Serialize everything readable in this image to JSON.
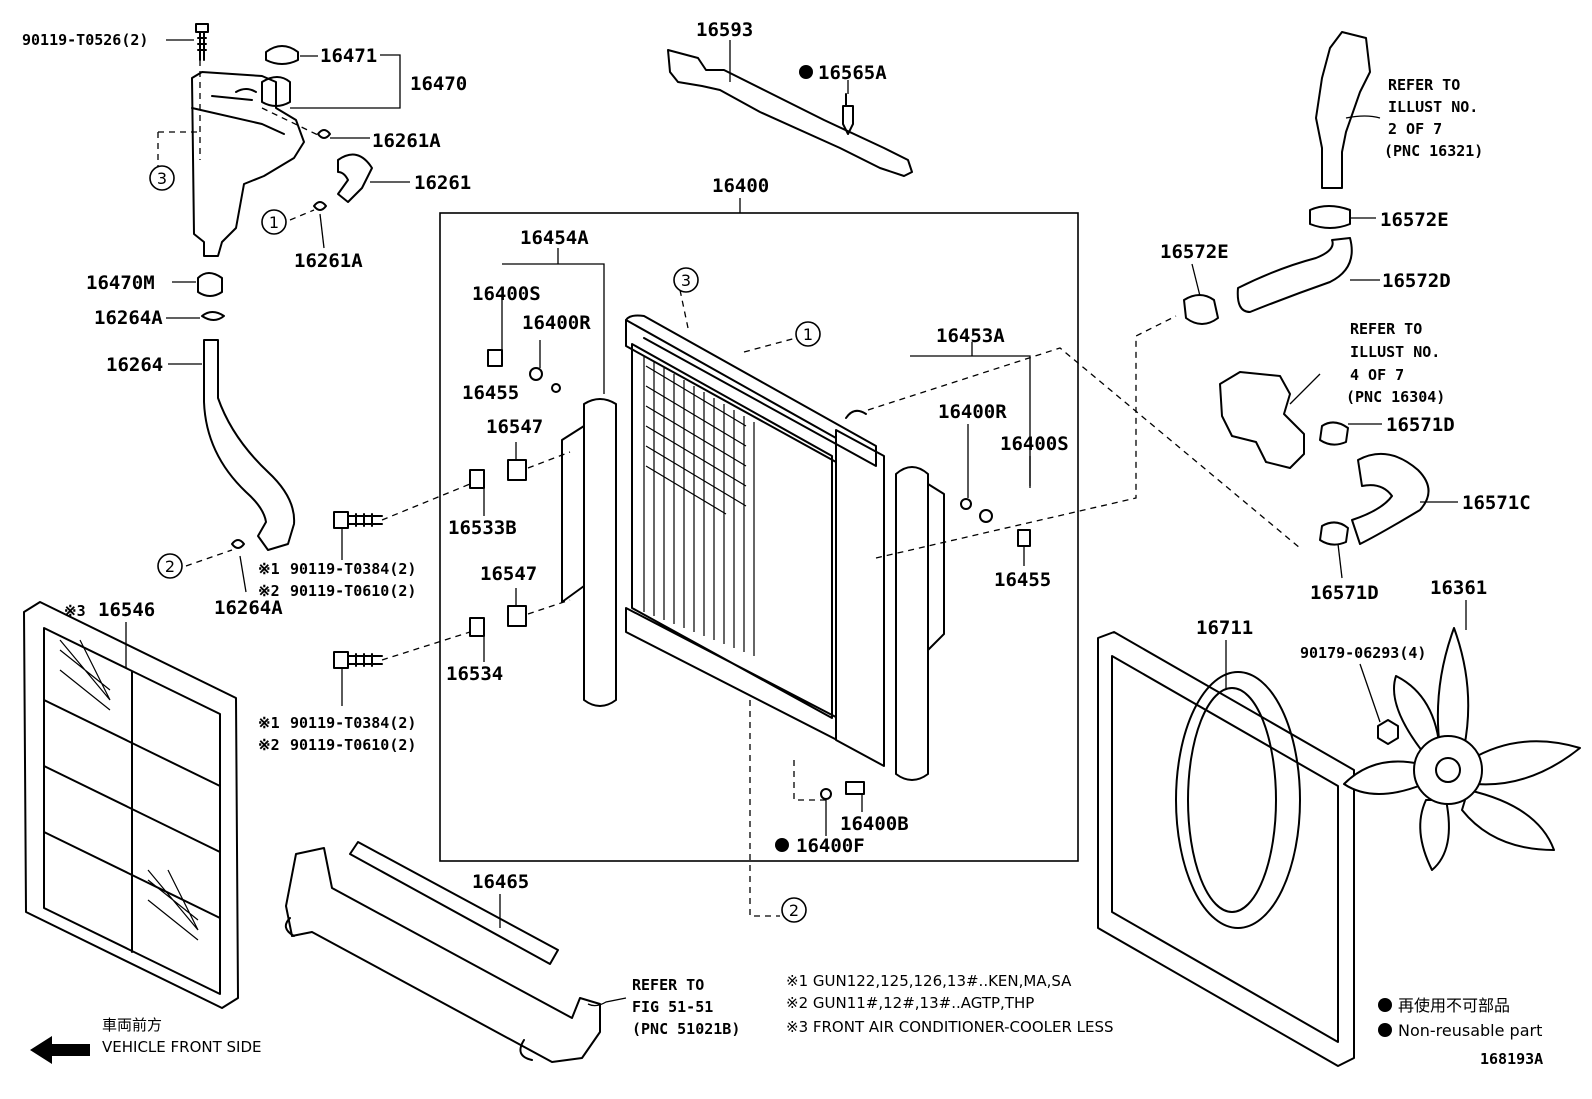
{
  "diagram": {
    "figure_number": "168193A",
    "group_label": "16400",
    "parts": {
      "p90119_T0526": "90119-T0526(2)",
      "p16471": "16471",
      "p16470": "16470",
      "p16261A_top": "16261A",
      "p16261": "16261",
      "p16261A_bot": "16261A",
      "p16470M": "16470M",
      "p16264A_top": "16264A",
      "p16264": "16264",
      "p16264A_bot": "16264A",
      "p16593": "16593",
      "p16565A": "16565A",
      "p16454A": "16454A",
      "p16400S_l": "16400S",
      "p16400R_l": "16400R",
      "p16455_l": "16455",
      "p16547_top": "16547",
      "p16533B": "16533B",
      "p16547_bot": "16547",
      "p16534": "16534",
      "p16453A": "16453A",
      "p16400R_r": "16400R",
      "p16400S_r": "16400S",
      "p16455_r": "16455",
      "p16400B": "16400B",
      "p16400F": "16400F",
      "p16546": "16546",
      "p16465": "16465",
      "p16572E_top": "16572E",
      "p16572E_l": "16572E",
      "p16572D": "16572D",
      "p16571D_top": "16571D",
      "p16571C": "16571C",
      "p16571D_bot": "16571D",
      "p16711": "16711",
      "p16361": "16361",
      "p90179": "90179-06293(4)"
    },
    "bolt_notes": {
      "upper_1": "90119-T0384(2)",
      "upper_2": "90119-T0610(2)",
      "lower_1": "90119-T0384(2)",
      "lower_2": "90119-T0610(2)"
    },
    "circled": {
      "c1": "1",
      "c2": "2",
      "c3": "3"
    },
    "refer_notes": {
      "illust2": [
        "REFER TO",
        "ILLUST NO.",
        "2 OF 7",
        "(PNC 16321)"
      ],
      "illust4": [
        "REFER TO",
        "ILLUST NO.",
        "4 OF 7",
        "(PNC 16304)"
      ],
      "fig51": [
        "REFER TO",
        "FIG 51-51",
        "(PNC 51021B)"
      ]
    },
    "footnotes": {
      "n1": "※1 GUN122,125,126,13#..KEN,MA,SA",
      "n2": "※2 GUN11#,12#,13#..AGTP,THP",
      "n3": "※3 FRONT AIR CONDITIONER-COOLER LESS"
    },
    "legend": {
      "jp": "再使用不可部品",
      "en": "Non-reusable part"
    },
    "direction": {
      "jp": "車両前方",
      "en": "VEHICLE FRONT SIDE"
    }
  }
}
